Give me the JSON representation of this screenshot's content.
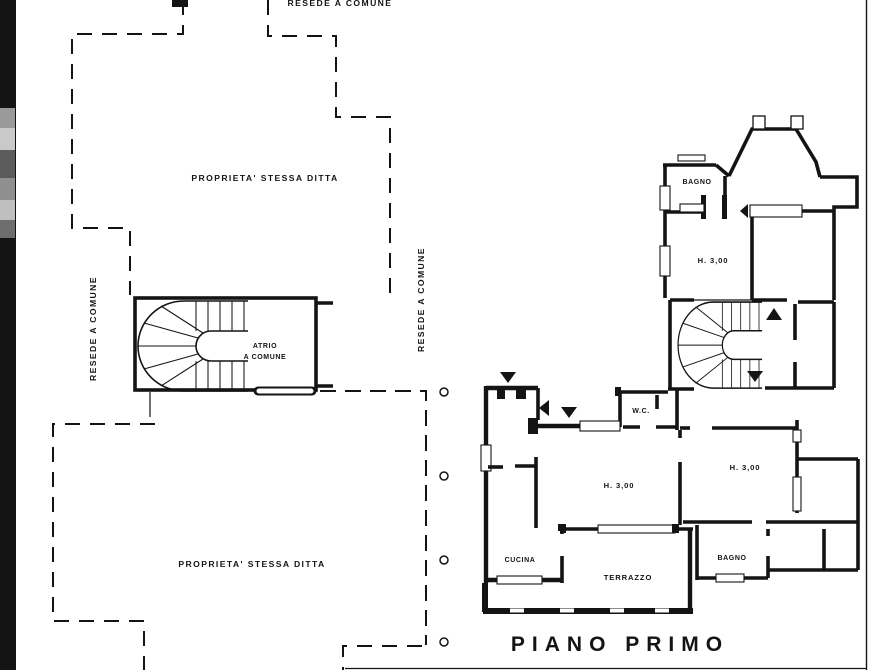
{
  "document": {
    "type": "floor-plan-drawing",
    "floor_title": "PIANO PRIMO"
  },
  "colors": {
    "ink": "#141414",
    "paper": "#ffffff",
    "gray": "#8a8a8a"
  },
  "labels": {
    "resede_top": "RESEDE A COMUNE",
    "resede_left": "RESEDE A COMUNE",
    "resede_right": "RESEDE A COMUNE",
    "proprieta_upper": "PROPRIETA' STESSA DITTA",
    "proprieta_lower": "PROPRIETA' STESSA DITTA",
    "atrio_line1": "ATRIO",
    "atrio_line2": "A COMUNE",
    "bagno_upper": "BAGNO",
    "h300_upper": "H. 3,00",
    "wc": "W.C.",
    "h300_main": "H. 3,00",
    "h300_right": "H. 3,00",
    "cucina": "CUCINA",
    "terrazzo": "TERRAZZO",
    "bagno_lower": "BAGNO",
    "piano_primo": "PIANO PRIMO"
  }
}
